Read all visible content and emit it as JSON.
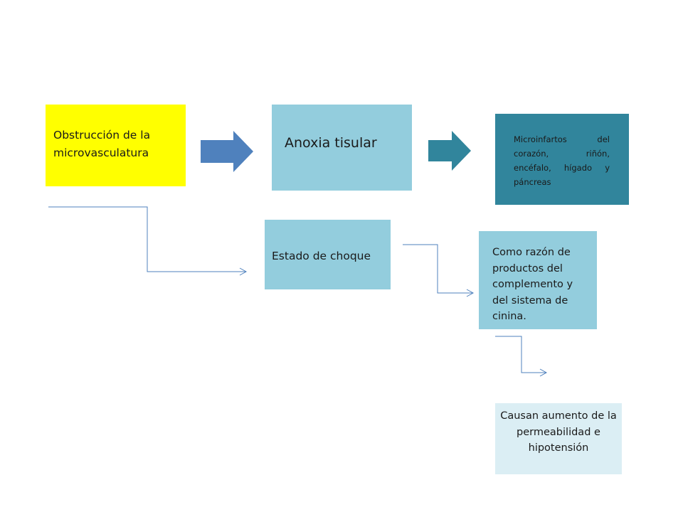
{
  "boxes": {
    "obstruccion": "Obstrucción de la microvasculatura",
    "anoxia": "Anoxia tisular",
    "microinfartos": "Microinfartos del corazón, riñón, encéfalo, hígado y páncreas",
    "choque": "Estado de choque",
    "complemento": "Como razón de productos del complemento y del sistema de cinina.",
    "permeabilidad": "Causan aumento de la permeabilidad e hipotensión"
  },
  "colors": {
    "obstruccion": "#ffff00",
    "anoxia": "#93cddd",
    "microinfartos": "#31859c",
    "choque": "#93cddd",
    "complemento": "#93cddd",
    "permeabilidad": "#dbeef4",
    "block_arrow_1": "#4f81bd",
    "block_arrow_2": "#31859c",
    "connector": "#4f81bd"
  }
}
